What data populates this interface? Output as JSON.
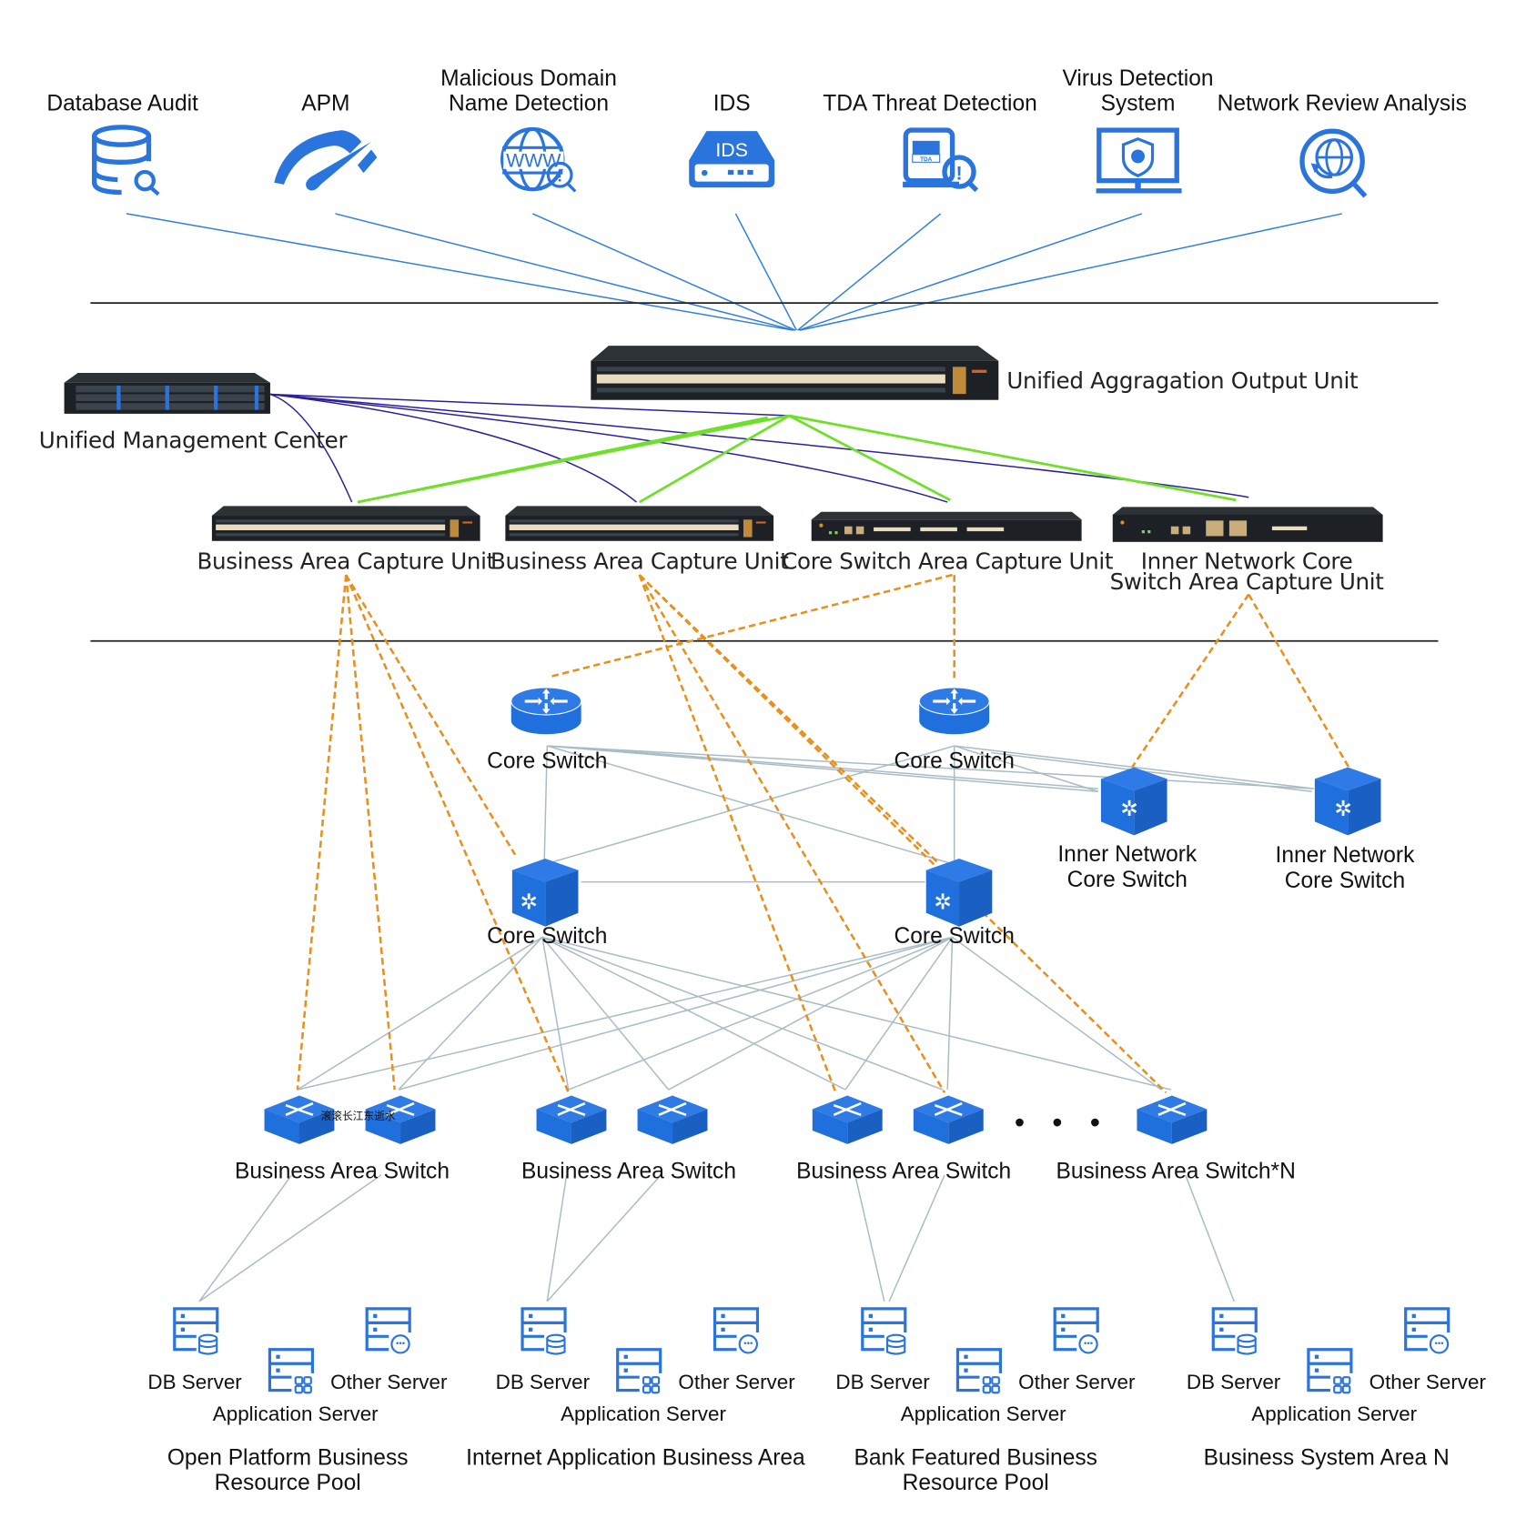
{
  "tools": [
    {
      "id": "database-audit",
      "label_lines": [
        "Database Audit"
      ],
      "icon": "database-search-icon"
    },
    {
      "id": "apm",
      "label_lines": [
        "APM"
      ],
      "icon": "gauge-icon"
    },
    {
      "id": "malicious-domain",
      "label_lines": [
        "Malicious Domain",
        "Name Detection"
      ],
      "icon": "www-globe-alert-icon"
    },
    {
      "id": "ids",
      "label_lines": [
        "IDS"
      ],
      "icon": "ids-device-icon",
      "icon_text": "IDS"
    },
    {
      "id": "tda",
      "label_lines": [
        "TDA Threat Detection"
      ],
      "icon": "tda-alert-icon",
      "icon_text": "TDA"
    },
    {
      "id": "virus-detection",
      "label_lines": [
        "Virus Detection",
        "System"
      ],
      "icon": "monitor-shield-virus-icon"
    },
    {
      "id": "network-review",
      "label_lines": [
        "Network Review Analysis"
      ],
      "icon": "globe-search-icon"
    }
  ],
  "aggregation": {
    "label": "Unified Aggragation Output Unit"
  },
  "management": {
    "label": "Unified Management Center"
  },
  "capture_units": [
    {
      "id": "bacu-1",
      "label_lines": [
        "Business Area Capture Unit"
      ],
      "type": "48-port"
    },
    {
      "id": "bacu-2",
      "label_lines": [
        "Business Area Capture Unit"
      ],
      "type": "48-port"
    },
    {
      "id": "csacu",
      "label_lines": [
        "Core Switch Area Capture Unit"
      ],
      "type": "compact"
    },
    {
      "id": "incsacu",
      "label_lines": [
        "Inner Network Core",
        "Switch Area Capture Unit"
      ],
      "type": "compact-rj45"
    }
  ],
  "routers": [
    {
      "id": "router-1",
      "label": "Core Switch"
    },
    {
      "id": "router-2",
      "label": "Core Switch"
    }
  ],
  "core_switches": [
    {
      "id": "core-1",
      "label": "Core Switch"
    },
    {
      "id": "core-2",
      "label": "Core Switch"
    }
  ],
  "inner_switches": [
    {
      "id": "inner-1",
      "label_lines": [
        "Inner Network",
        "Core Switch"
      ]
    },
    {
      "id": "inner-2",
      "label_lines": [
        "Inner Network",
        "Core Switch"
      ]
    }
  ],
  "overlay_text": "滚滚长江东逝水",
  "business_switch_groups": [
    {
      "label": "Business Area Switch"
    },
    {
      "label": "Business Area Switch"
    },
    {
      "label": "Business Area Switch"
    },
    {
      "label": "Business Area Switch*N"
    }
  ],
  "ellipsis": "• • •",
  "server_groups": [
    {
      "db": "DB Server",
      "app": "Application Server",
      "other": "Other Server",
      "area_lines": [
        "Open Platform Business",
        "Resource Pool"
      ]
    },
    {
      "db": "DB Server",
      "app": "Application Server",
      "other": "Other Server",
      "area_lines": [
        "Internet Application Business Area"
      ]
    },
    {
      "db": "DB Server",
      "app": "Application Server",
      "other": "Other Server",
      "area_lines": [
        "Bank Featured Business",
        "Resource Pool"
      ]
    },
    {
      "db": "DB Server",
      "app": "Application Server",
      "other": "Other Server",
      "area_lines": [
        "Business System Area N"
      ]
    }
  ],
  "colors": {
    "icon_blue": "#2a74dd",
    "tool_link": "#2f7ee0",
    "management_link": "#2a1f9e",
    "aggregation_link": "#6fe02a",
    "capture_link": "#e8901c",
    "network_link": "#a9bcc4",
    "device_body": "#23272b"
  }
}
